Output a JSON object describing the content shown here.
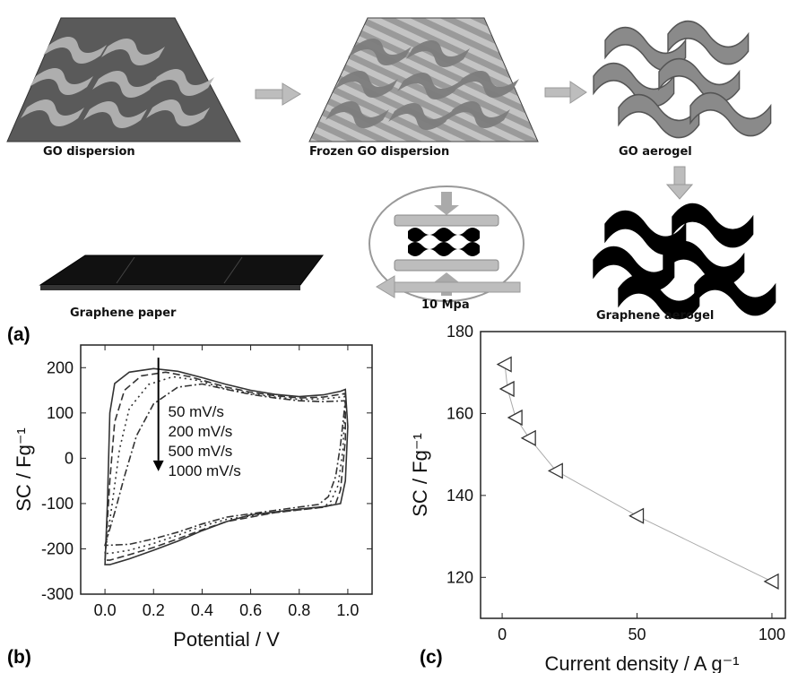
{
  "panel_a": {
    "label": "(a)",
    "captions": {
      "go_dispersion": "GO dispersion",
      "frozen": "Frozen GO dispersion",
      "aerogel": "GO aerogel",
      "graphene_aerogel": "Graphene aerogel",
      "graphene_paper": "Graphene paper",
      "pressure": "10 Mpa"
    }
  },
  "panel_b": {
    "label": "(b)",
    "legend": [
      "50 mV/s",
      "200 mV/s",
      "500 mV/s",
      "1000 mV/s"
    ]
  },
  "panel_c": {
    "label": "(c)"
  },
  "chart_data": [
    {
      "type": "line",
      "xlabel": "Potential / V",
      "ylabel": "SC / Fg⁻¹",
      "xlim": [
        -0.1,
        1.1
      ],
      "ylim": [
        -300,
        250
      ],
      "xticks": [
        "0.0",
        "0.2",
        "0.4",
        "0.6",
        "0.8",
        "1.0"
      ],
      "yticks": [
        "-300",
        "-200",
        "-100",
        "0",
        "100",
        "200"
      ],
      "series": [
        {
          "name": "50 mV/s",
          "upper": [
            [
              0.0,
              -235
            ],
            [
              0.01,
              -100
            ],
            [
              0.02,
              100
            ],
            [
              0.04,
              165
            ],
            [
              0.1,
              190
            ],
            [
              0.2,
              198
            ],
            [
              0.3,
              192
            ],
            [
              0.4,
              178
            ],
            [
              0.5,
              163
            ],
            [
              0.6,
              150
            ],
            [
              0.7,
              141
            ],
            [
              0.8,
              136
            ],
            [
              0.9,
              140
            ],
            [
              0.97,
              148
            ],
            [
              0.99,
              152
            ]
          ],
          "lower": [
            [
              0.99,
              152
            ],
            [
              1.0,
              70
            ],
            [
              0.99,
              -50
            ],
            [
              0.97,
              -100
            ],
            [
              0.9,
              -107
            ],
            [
              0.8,
              -112
            ],
            [
              0.6,
              -125
            ],
            [
              0.5,
              -140
            ],
            [
              0.4,
              -160
            ],
            [
              0.3,
              -183
            ],
            [
              0.2,
              -203
            ],
            [
              0.1,
              -222
            ],
            [
              0.02,
              -235
            ],
            [
              0.0,
              -235
            ]
          ]
        },
        {
          "name": "200 mV/s",
          "upper": [
            [
              0.0,
              -225
            ],
            [
              0.02,
              -50
            ],
            [
              0.04,
              80
            ],
            [
              0.08,
              150
            ],
            [
              0.15,
              182
            ],
            [
              0.25,
              190
            ],
            [
              0.35,
              180
            ],
            [
              0.5,
              157
            ],
            [
              0.6,
              146
            ],
            [
              0.7,
              138
            ],
            [
              0.8,
              133
            ],
            [
              0.9,
              135
            ],
            [
              0.99,
              143
            ]
          ],
          "lower": [
            [
              0.99,
              143
            ],
            [
              0.99,
              40
            ],
            [
              0.97,
              -70
            ],
            [
              0.95,
              -100
            ],
            [
              0.9,
              -108
            ],
            [
              0.7,
              -120
            ],
            [
              0.5,
              -140
            ],
            [
              0.4,
              -158
            ],
            [
              0.3,
              -178
            ],
            [
              0.2,
              -197
            ],
            [
              0.1,
              -213
            ],
            [
              0.02,
              -225
            ],
            [
              0.0,
              -225
            ]
          ]
        },
        {
          "name": "500 mV/s",
          "upper": [
            [
              0.0,
              -210
            ],
            [
              0.03,
              -100
            ],
            [
              0.06,
              20
            ],
            [
              0.1,
              110
            ],
            [
              0.18,
              163
            ],
            [
              0.28,
              180
            ],
            [
              0.38,
              172
            ],
            [
              0.5,
              153
            ],
            [
              0.6,
              143
            ],
            [
              0.7,
              135
            ],
            [
              0.8,
              130
            ],
            [
              0.9,
              131
            ],
            [
              0.99,
              136
            ]
          ],
          "lower": [
            [
              0.99,
              136
            ],
            [
              0.98,
              20
            ],
            [
              0.96,
              -60
            ],
            [
              0.93,
              -95
            ],
            [
              0.9,
              -108
            ],
            [
              0.7,
              -120
            ],
            [
              0.5,
              -135
            ],
            [
              0.4,
              -150
            ],
            [
              0.3,
              -170
            ],
            [
              0.2,
              -188
            ],
            [
              0.1,
              -203
            ],
            [
              0.02,
              -210
            ],
            [
              0.0,
              -210
            ]
          ]
        },
        {
          "name": "1000 mV/s",
          "upper": [
            [
              0.0,
              -192
            ],
            [
              0.04,
              -120
            ],
            [
              0.08,
              -40
            ],
            [
              0.13,
              50
            ],
            [
              0.2,
              120
            ],
            [
              0.3,
              157
            ],
            [
              0.4,
              164
            ],
            [
              0.5,
              152
            ],
            [
              0.6,
              141
            ],
            [
              0.7,
              133
            ],
            [
              0.8,
              127
            ],
            [
              0.9,
              125
            ],
            [
              0.99,
              127
            ]
          ],
          "lower": [
            [
              0.99,
              127
            ],
            [
              0.97,
              30
            ],
            [
              0.95,
              -40
            ],
            [
              0.92,
              -85
            ],
            [
              0.88,
              -102
            ],
            [
              0.7,
              -115
            ],
            [
              0.5,
              -130
            ],
            [
              0.4,
              -145
            ],
            [
              0.3,
              -163
            ],
            [
              0.2,
              -178
            ],
            [
              0.1,
              -190
            ],
            [
              0.02,
              -192
            ],
            [
              0.0,
              -192
            ]
          ]
        }
      ]
    },
    {
      "type": "scatter",
      "xlabel": "Current density / A g⁻¹",
      "ylabel": "SC / Fg⁻¹",
      "xlim": [
        -8,
        105
      ],
      "ylim": [
        110,
        180
      ],
      "xticks": [
        "0",
        "50",
        "100"
      ],
      "yticks": [
        "120",
        "140",
        "160",
        "180"
      ],
      "x": [
        1,
        2,
        5,
        10,
        20,
        50,
        100
      ],
      "y": [
        172,
        166,
        159,
        154,
        146,
        135,
        119
      ]
    }
  ]
}
